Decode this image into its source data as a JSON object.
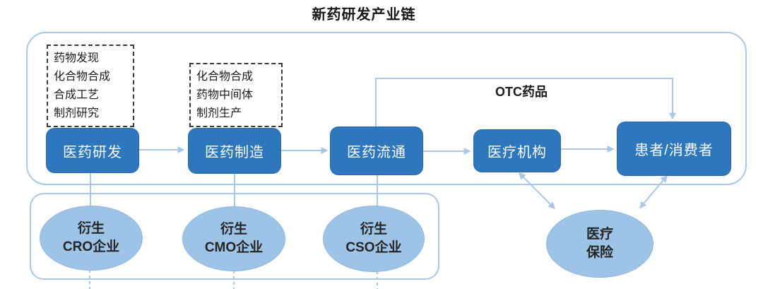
{
  "diagram": {
    "title": "新药研发产业链",
    "otc_label": "OTC药品",
    "chain": [
      {
        "label": "医药研发"
      },
      {
        "label": "医药制造"
      },
      {
        "label": "医药流通"
      },
      {
        "label": "医疗机构"
      },
      {
        "label": "患者/消费者"
      }
    ],
    "notes": [
      {
        "text": "药物发现\n化合物合成\n合成工艺\n制剂研究"
      },
      {
        "text": "化合物合成\n药物中间体\n制剂生产"
      }
    ],
    "derived": [
      {
        "text": "衍生\nCRO企业"
      },
      {
        "text": "衍生\nCMO企业"
      },
      {
        "text": "衍生\nCSO企业"
      }
    ],
    "insurance": {
      "text": "医疗\n保险"
    },
    "colors": {
      "chain_box_fill": "#2e77bd",
      "chain_box_text": "#ffffff",
      "connector_line": "#a9c7e7",
      "ellipse_fill": "#9dc3e6",
      "container_border": "#a9c7e7",
      "note_border": "#3a3a3a",
      "text_dark": "#1c1c1c"
    }
  }
}
